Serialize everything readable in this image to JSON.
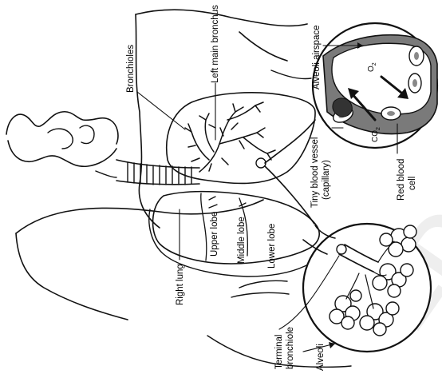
{
  "labels": {
    "bronchioles": "Bronchioles",
    "left_main_bronchus": "Left main bronchus",
    "alveoli_airspace": "Alveoli airspace",
    "o2": "O",
    "o2_sub": "2",
    "co2": "CO",
    "co2_sub": "2",
    "tiny_blood_vessel_1": "Tiny blood vessel",
    "tiny_blood_vessel_2": "(capillary)",
    "red_blood_1": "Red blood",
    "red_blood_2": "cell",
    "right_lung": "Right lung",
    "upper_lobe": "Upper lobe",
    "middle_lobe": "Middle lobe",
    "lower_lobe": "Lower lobe",
    "terminal_1": "Terminal",
    "terminal_2": "bronchiole",
    "alveoli": "Alveoli"
  },
  "watermark": "ED",
  "colors": {
    "ink": "#111111",
    "vessel_gray": "#6f6f6f",
    "watermark": "#d9d9d9"
  }
}
